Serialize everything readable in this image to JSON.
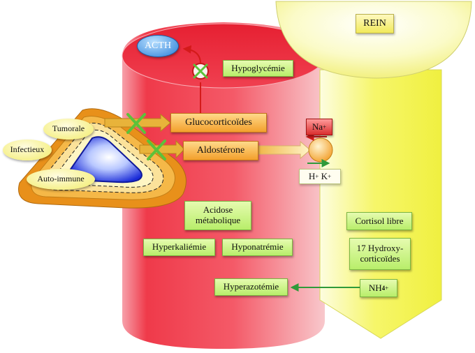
{
  "labels": {
    "rein": "REIN",
    "acth": "ACTH",
    "hypoglycemie": "Hypoglycémie",
    "glucocorticoides": "Glucocorticoïdes",
    "aldosterone": "Aldostérone",
    "tumorale": "Tumorale",
    "infectieux": "Infectieux",
    "auto_immune": "Auto-immune",
    "na": "Na",
    "h": "H",
    "k": "K",
    "acidose": "Acidose métabolique",
    "hyperkaliemie": "Hyperkaliémie",
    "hyponatremie": "Hyponatrémie",
    "hyperazotemie": "Hyperazotémie",
    "cortisol_libre": "Cortisol libre",
    "hydroxy": "17 Hydroxy- corticoïdes",
    "nh4": "NH",
    "nh4_sub": "4",
    "plus": "+"
  },
  "colors": {
    "blood_red": "#e8283a",
    "rein_yellow": "#f5f55a",
    "box_green": "#c8f07a",
    "box_orange": "#f5a83a",
    "acth_blue": "#2b7fd8",
    "cross_green": "#5cc23a"
  }
}
